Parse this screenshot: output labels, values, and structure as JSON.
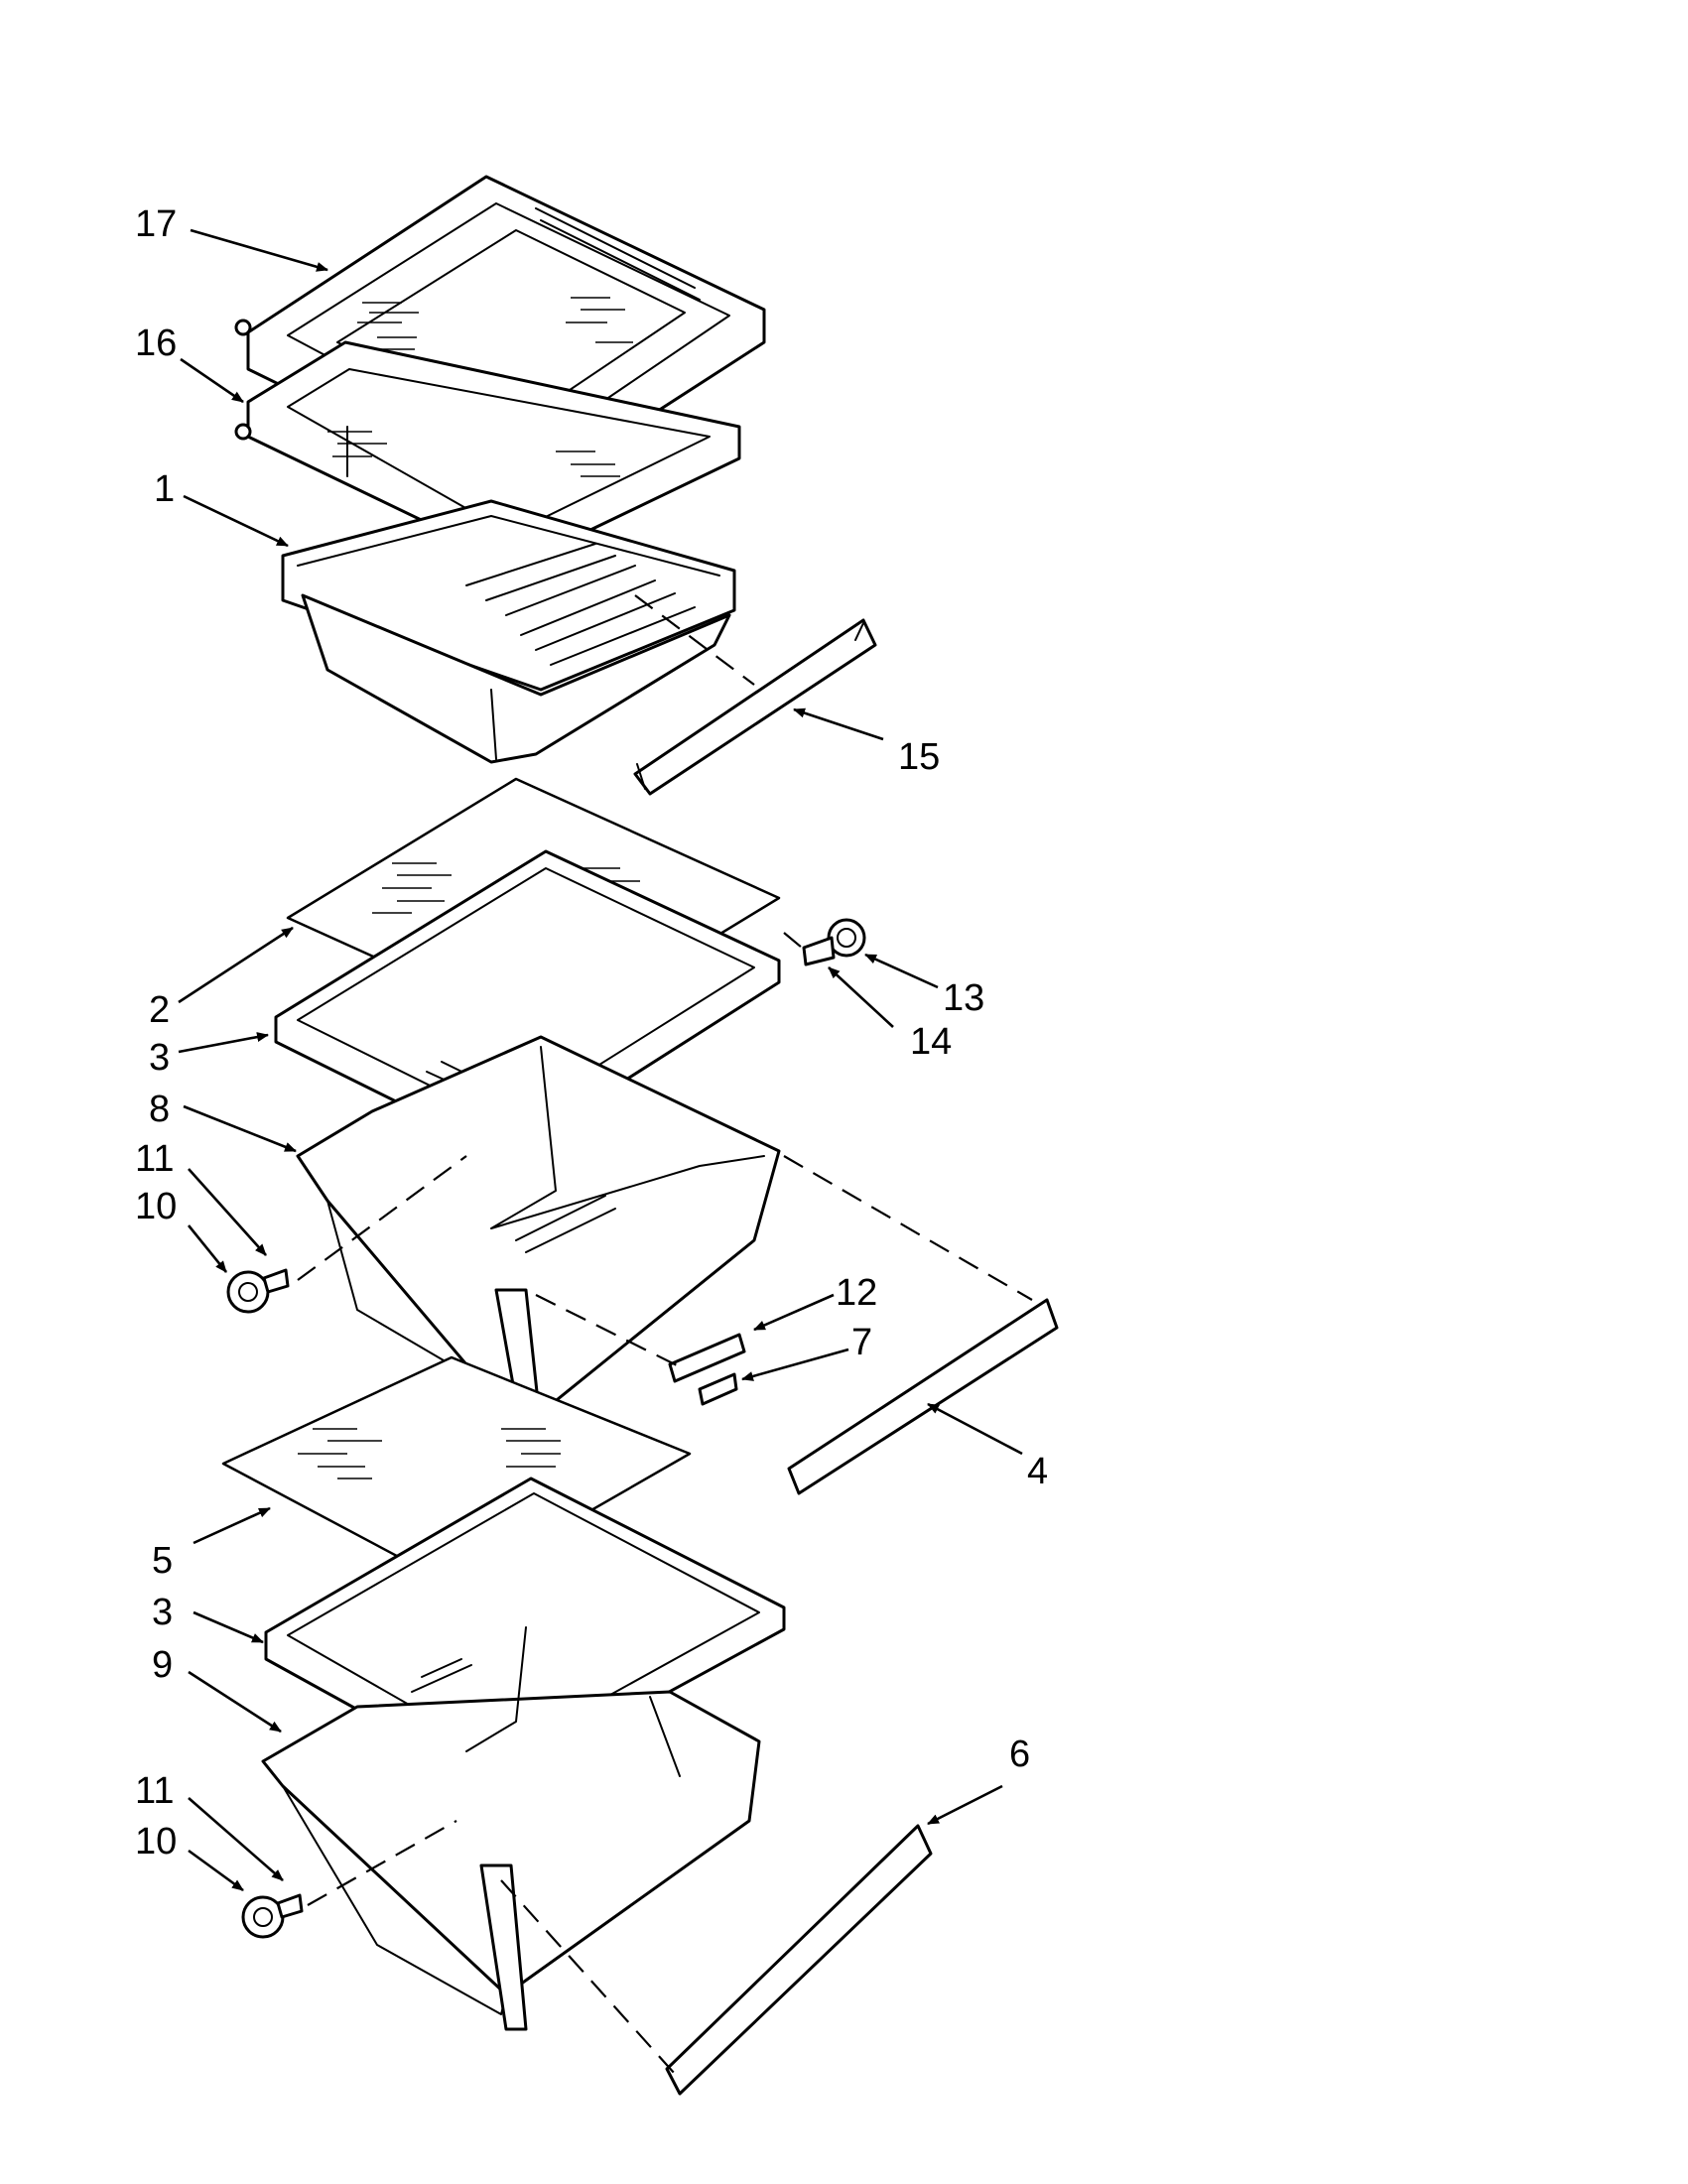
{
  "diagram": {
    "type": "exploded-parts",
    "callouts": [
      {
        "id": "c17",
        "number": "17"
      },
      {
        "id": "c16",
        "number": "16"
      },
      {
        "id": "c1",
        "number": "1"
      },
      {
        "id": "c15",
        "number": "15"
      },
      {
        "id": "c13",
        "number": "13"
      },
      {
        "id": "c14",
        "number": "14"
      },
      {
        "id": "c2",
        "number": "2"
      },
      {
        "id": "c3a",
        "number": "3"
      },
      {
        "id": "c8",
        "number": "8"
      },
      {
        "id": "c11a",
        "number": "11"
      },
      {
        "id": "c10a",
        "number": "10"
      },
      {
        "id": "c12",
        "number": "12"
      },
      {
        "id": "c7",
        "number": "7"
      },
      {
        "id": "c4",
        "number": "4"
      },
      {
        "id": "c5",
        "number": "5"
      },
      {
        "id": "c3b",
        "number": "3"
      },
      {
        "id": "c9",
        "number": "9"
      },
      {
        "id": "c6",
        "number": "6"
      },
      {
        "id": "c11b",
        "number": "11"
      },
      {
        "id": "c10b",
        "number": "10"
      }
    ]
  }
}
